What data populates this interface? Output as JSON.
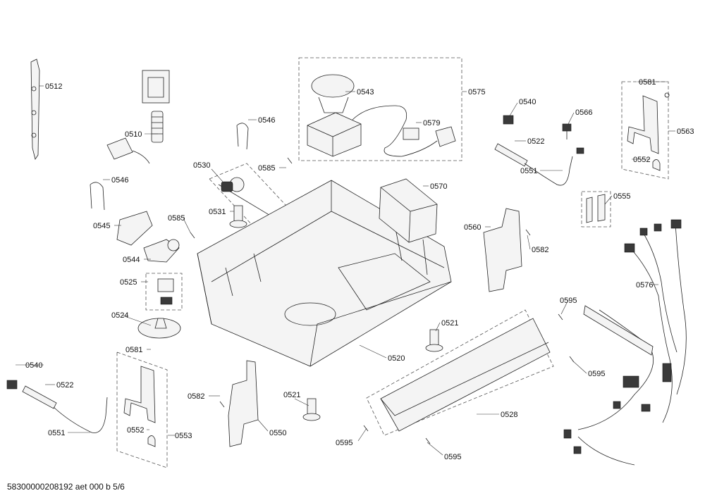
{
  "diagram": {
    "labels": [
      {
        "id": "l0512",
        "text": "0512"
      },
      {
        "id": "l0510",
        "text": "0510"
      },
      {
        "id": "l0546a",
        "text": "0546"
      },
      {
        "id": "l0546b",
        "text": "0546"
      },
      {
        "id": "l0543",
        "text": "0543"
      },
      {
        "id": "l0575",
        "text": "0575"
      },
      {
        "id": "l0579",
        "text": "0579"
      },
      {
        "id": "l0540a",
        "text": "0540"
      },
      {
        "id": "l0566",
        "text": "0566"
      },
      {
        "id": "l0581a",
        "text": "0581"
      },
      {
        "id": "l0563",
        "text": "0563"
      },
      {
        "id": "l0522a",
        "text": "0522"
      },
      {
        "id": "l0552a",
        "text": "0552"
      },
      {
        "id": "l0530",
        "text": "0530"
      },
      {
        "id": "l0585a",
        "text": "0585"
      },
      {
        "id": "l0570",
        "text": "0570"
      },
      {
        "id": "l0551a",
        "text": "0551"
      },
      {
        "id": "l0555",
        "text": "0555"
      },
      {
        "id": "l0531",
        "text": "0531"
      },
      {
        "id": "l0545",
        "text": "0545"
      },
      {
        "id": "l0585b",
        "text": "0585"
      },
      {
        "id": "l0560",
        "text": "0560"
      },
      {
        "id": "l0582a",
        "text": "0582"
      },
      {
        "id": "l0544",
        "text": "0544"
      },
      {
        "id": "l0525",
        "text": "0525"
      },
      {
        "id": "l0576",
        "text": "0576"
      },
      {
        "id": "l0595a",
        "text": "0595"
      },
      {
        "id": "l0524",
        "text": "0524"
      },
      {
        "id": "l0521a",
        "text": "0521"
      },
      {
        "id": "l0581b",
        "text": "0581"
      },
      {
        "id": "l0520",
        "text": "0520"
      },
      {
        "id": "l0540b",
        "text": "0540"
      },
      {
        "id": "l0595b",
        "text": "0595"
      },
      {
        "id": "l0522b",
        "text": "0522"
      },
      {
        "id": "l0582b",
        "text": "0582"
      },
      {
        "id": "l0521b",
        "text": "0521"
      },
      {
        "id": "l0528",
        "text": "0528"
      },
      {
        "id": "l0551b",
        "text": "0551"
      },
      {
        "id": "l0550",
        "text": "0550"
      },
      {
        "id": "l0552b",
        "text": "0552"
      },
      {
        "id": "l0553",
        "text": "0553"
      },
      {
        "id": "l0595c",
        "text": "0595"
      },
      {
        "id": "l0595d",
        "text": "0595"
      }
    ],
    "footer": "58300000208192 aet 000 b 5/6"
  }
}
